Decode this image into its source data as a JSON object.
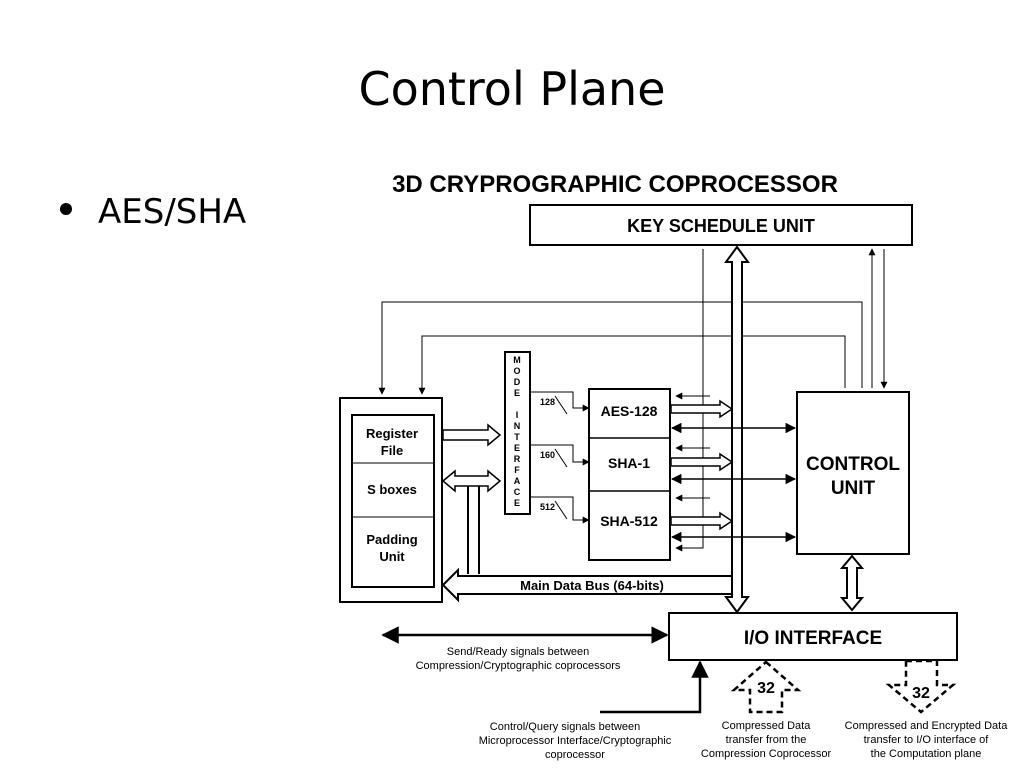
{
  "slide": {
    "title": "Control Plane",
    "bullet": "AES/SHA"
  },
  "diagram": {
    "title": "3D CRYPROGRAPHIC COPROCESSOR",
    "key_schedule_unit": "KEY SCHEDULE UNIT",
    "mode_interface_letters": [
      "M",
      "O",
      "D",
      "E",
      "",
      "I",
      "N",
      "T",
      "E",
      "R",
      "F",
      "A",
      "C",
      "E"
    ],
    "widths": [
      "128",
      "160",
      "512"
    ],
    "algorithms": [
      "AES-128",
      "SHA-1",
      "SHA-512"
    ],
    "register_file": [
      "Register",
      "File"
    ],
    "s_boxes": "S boxes",
    "padding_unit": [
      "Padding",
      "Unit"
    ],
    "control_unit": [
      "CONTROL",
      "UNIT"
    ],
    "main_data_bus": "Main Data Bus (64-bits)",
    "io_interface": "I/O INTERFACE",
    "send_ready": [
      "Send/Ready signals between",
      "Compression/Cryptographic coprocessors"
    ],
    "control_query": [
      "Control/Query signals between",
      "Microprocessor Interface/Cryptographic",
      "coprocessor"
    ],
    "compressed_in_width": "32",
    "compressed_in_label": [
      "Compressed Data",
      "transfer from the",
      "Compression Coprocessor"
    ],
    "encrypted_out_width": "32",
    "encrypted_out_label": [
      "Compressed and Encrypted Data",
      "transfer to I/O interface of",
      "the Computation plane"
    ]
  }
}
